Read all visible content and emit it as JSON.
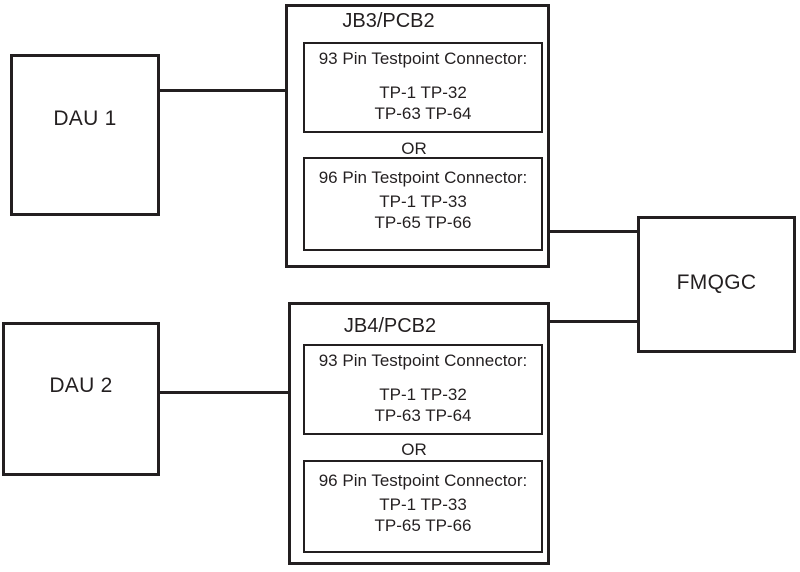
{
  "diagram": {
    "boxes": {
      "dau1": {
        "label": "DAU 1"
      },
      "dau2": {
        "label": "DAU 2"
      },
      "fmqgc": {
        "label": "FMQGC"
      },
      "jb3": {
        "title": "JB3/PCB2",
        "or_label": "OR",
        "c93": {
          "title": "93 Pin Testpoint Connector:",
          "tp_row1": "TP-1 TP-32",
          "tp_row2": "TP-63 TP-64"
        },
        "c96": {
          "title": "96 Pin Testpoint Connector:",
          "tp_row1": "TP-1 TP-33",
          "tp_row2": "TP-65 TP-66"
        }
      },
      "jb4": {
        "title": "JB4/PCB2",
        "or_label": "OR",
        "c93": {
          "title": "93 Pin Testpoint Connector:",
          "tp_row1": "TP-1 TP-32",
          "tp_row2": "TP-63 TP-64"
        },
        "c96": {
          "title": "96 Pin Testpoint Connector:",
          "tp_row1": "TP-1 TP-33",
          "tp_row2": "TP-65 TP-66"
        }
      }
    },
    "connections": {
      "dau1_to_jb3": "DAU 1 - JB3/PCB2",
      "jb3_to_fmqgc": "JB3/PCB2 - FMQGC",
      "dau2_to_jb4": "DAU 2 - JB4/PCB2",
      "jb4_to_fmqgc": "JB4/PCB2 - FMQGC"
    },
    "colors": {
      "stroke": "#231f20",
      "background": "#ffffff",
      "text": "#231f20"
    }
  }
}
